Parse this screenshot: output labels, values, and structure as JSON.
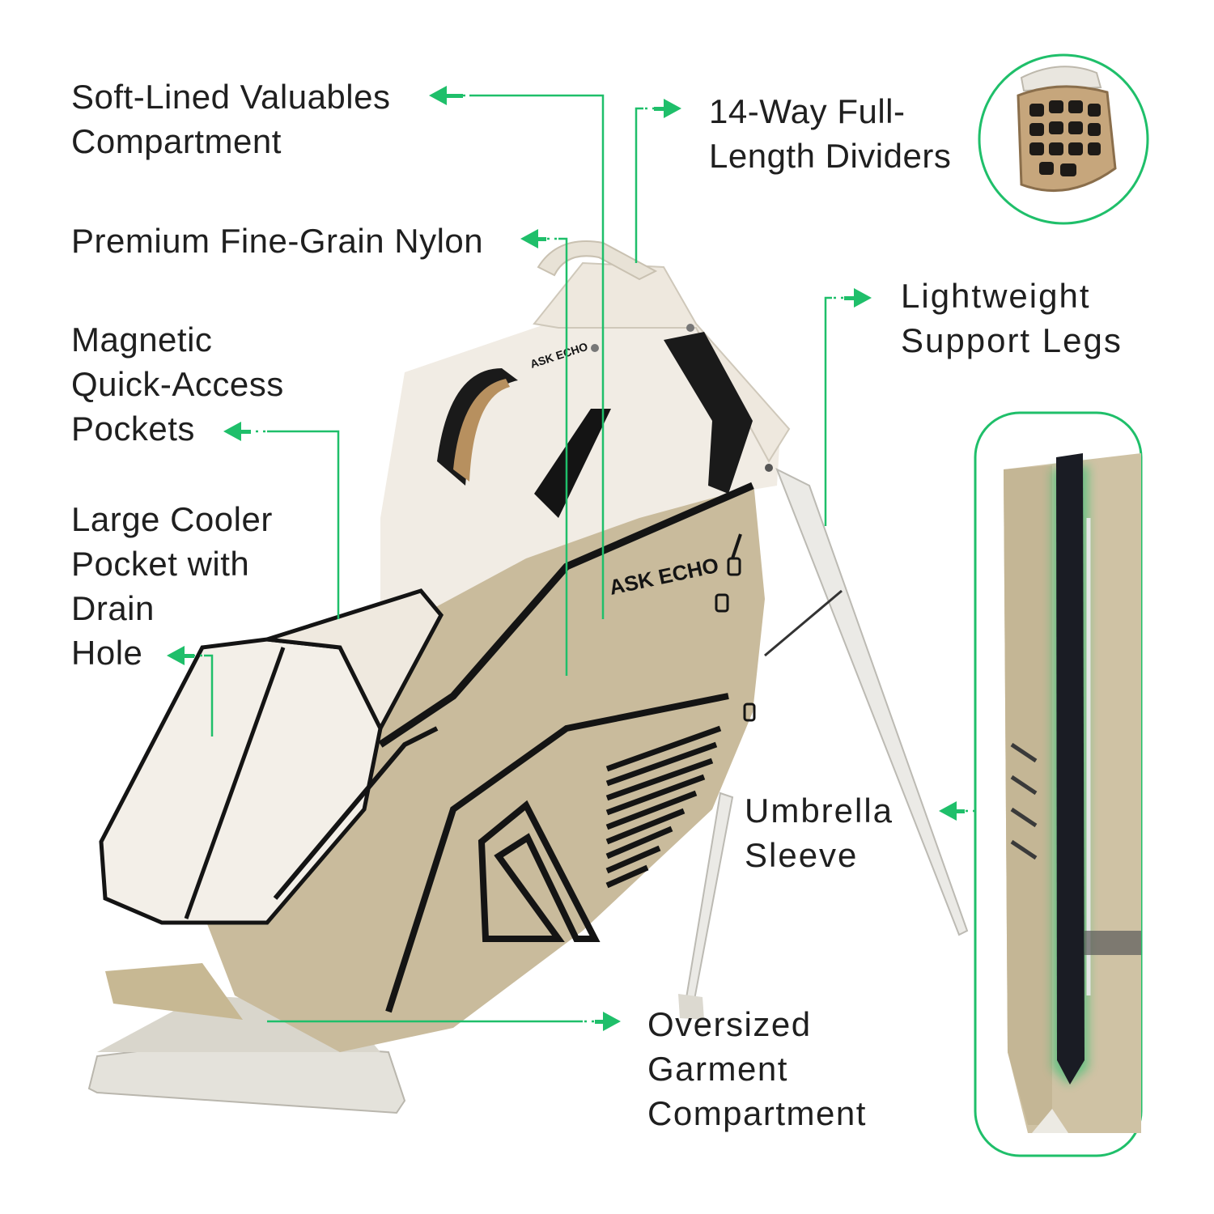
{
  "brand": "ASK ECHO",
  "colors": {
    "accent_green": "#1fbf6a",
    "bag_white": "#f1ece4",
    "bag_tan": "#c9bb9c",
    "trim_black": "#121212",
    "text": "#1f1f1f"
  },
  "callouts": [
    {
      "lines": [
        "Soft-Lined Valuables",
        "Compartment"
      ]
    },
    {
      "lines": [
        "Premium Fine-Grain Nylon"
      ]
    },
    {
      "lines": [
        "Magnetic",
        "Quick-Access",
        "Pockets"
      ]
    },
    {
      "lines": [
        "Large Cooler",
        "Pocket with",
        "Drain",
        "Hole"
      ]
    },
    {
      "lines": [
        "14-Way Full-",
        "Length Dividers"
      ]
    },
    {
      "lines": [
        "Lightweight",
        "Support Legs"
      ]
    },
    {
      "lines": [
        "Umbrella",
        "Sleeve"
      ]
    },
    {
      "lines": [
        "Oversized",
        "Garment",
        "Compartment"
      ]
    }
  ],
  "insets": [
    {
      "name": "divider-top-view",
      "shape": "circle"
    },
    {
      "name": "umbrella-side-view",
      "shape": "rounded-rect"
    }
  ]
}
